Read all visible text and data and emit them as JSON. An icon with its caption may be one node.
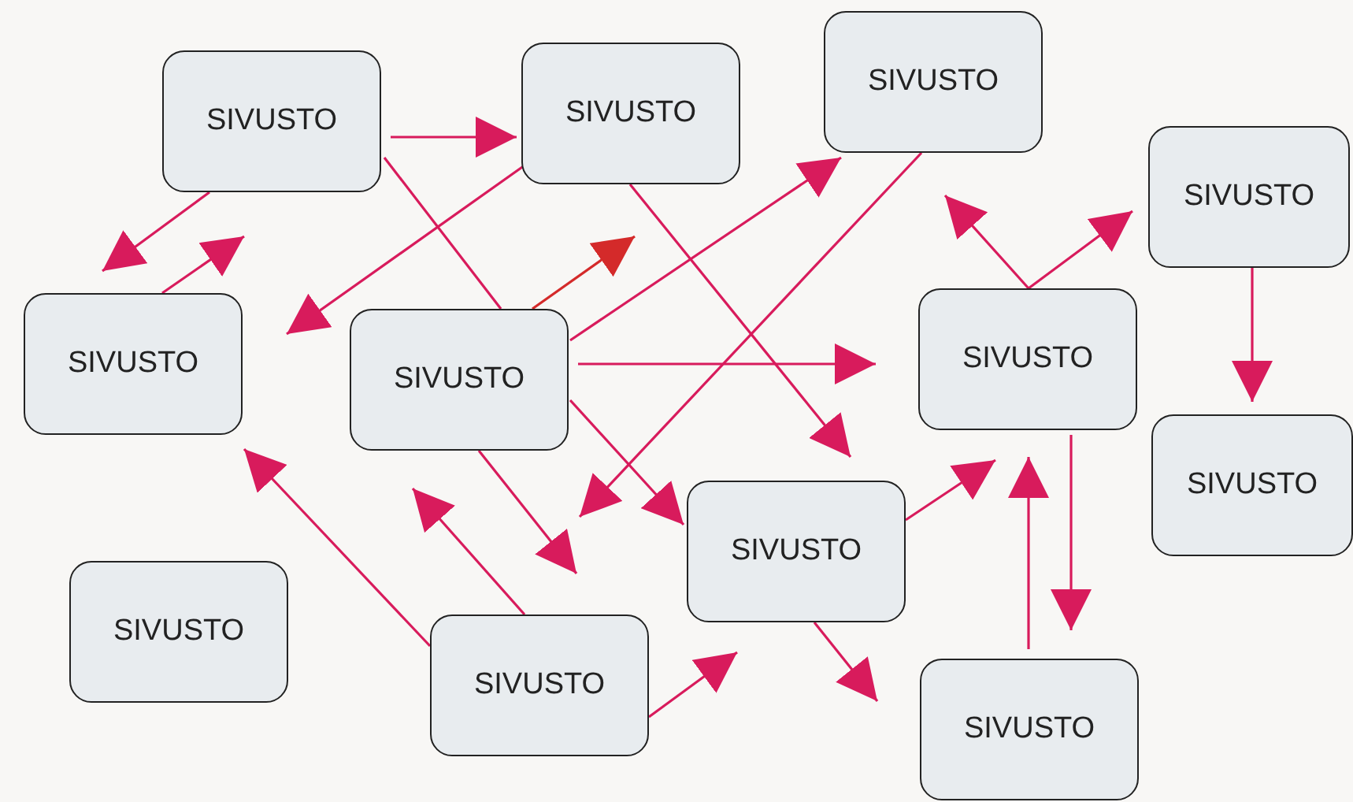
{
  "diagram": {
    "nodes": [
      {
        "text": [
          "SIVUSTO"
        ]
      },
      {
        "text": [
          "SIVUSTO"
        ]
      },
      {
        "text": [
          "SIVUSTO"
        ]
      },
      {
        "text": [
          "SIVUSTO"
        ]
      },
      {
        "text": [
          "SIVUSTO"
        ]
      },
      {
        "text": [
          "SIVUSTO"
        ]
      },
      {
        "text": [
          "SIVUSTO"
        ]
      },
      {
        "text": [
          "SIVUSTO"
        ]
      },
      {
        "text": [
          "SIVUSTO"
        ]
      },
      {
        "text": [
          "SIVUSTO"
        ]
      },
      {
        "text": [
          "SIVUSTO"
        ]
      },
      {
        "text": [
          "SIVUSTO"
        ]
      }
    ],
    "edges": [
      {
        "from": 0,
        "to": 1,
        "arrow": "to"
      },
      {
        "from": 0,
        "to": 4,
        "arrow": "to"
      },
      {
        "from": 4,
        "to": 0,
        "arrow": "to"
      },
      {
        "from": 0,
        "to": 5,
        "arrow": "none"
      },
      {
        "from": 5,
        "to": 8,
        "arrow": "to"
      },
      {
        "from": 1,
        "to": 4,
        "arrow": "to"
      },
      {
        "from": 1,
        "to": 8,
        "arrow": "to"
      },
      {
        "from": 5,
        "to": 2,
        "arrow": "to"
      },
      {
        "from": 5,
        "to": null,
        "arrow": "to",
        "color": "#d42a2a"
      },
      {
        "from": 2,
        "to": 5,
        "arrow": "to"
      },
      {
        "from": 5,
        "to": 6,
        "arrow": "to"
      },
      {
        "from": 5,
        "to": 10,
        "arrow": "to"
      },
      {
        "from": 10,
        "to": 5,
        "arrow": "to"
      },
      {
        "from": 10,
        "to": 4,
        "arrow": "to"
      },
      {
        "from": 10,
        "to": 8,
        "arrow": "to"
      },
      {
        "from": 8,
        "to": 6,
        "arrow": "to"
      },
      {
        "from": 8,
        "to": 11,
        "arrow": "to"
      },
      {
        "from": 11,
        "to": 6,
        "arrow": "to"
      },
      {
        "from": 6,
        "to": 11,
        "arrow": "to"
      },
      {
        "from": 6,
        "to": 2,
        "arrow": "to"
      },
      {
        "from": 6,
        "to": 3,
        "arrow": "to"
      },
      {
        "from": 3,
        "to": 7,
        "arrow": "to"
      }
    ]
  }
}
